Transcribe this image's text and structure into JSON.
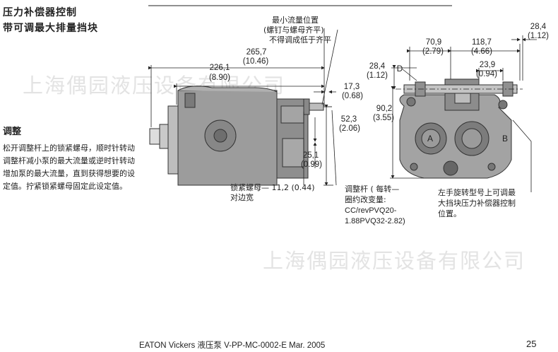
{
  "page": {
    "title_line1": "压力补偿器控制",
    "title_line2": "带可调最大排量挡块",
    "watermark": "上海偶园液压设备有限公司"
  },
  "section": {
    "heading": "调整",
    "body": "松开调整杆上的锁紧螺母，顺时针转动调整杆减小泵的最大流量或逆时针转动增加泵的最大流量，直到获得想要的设定值。拧紧锁紧螺母固定此设定值。"
  },
  "side_view": {
    "callout_top_line1": "最小流量位置",
    "callout_top_line2": "(螺钉与螺母齐平)",
    "callout_top_line3": "不得调成低于齐平",
    "dim_overall": "265,7",
    "dim_overall_in": "(10.46)",
    "dim_body": "226,1",
    "dim_body_in": "(8.90)",
    "dim_rod": "17,3",
    "dim_rod_in": "(0.68)",
    "dim_height": "52,3",
    "dim_height_in": "(2.06)",
    "dim_lower": "25,1",
    "dim_lower_in": "(0.99)",
    "locknut_label": "锁紧螺母— 11,2 (0.44)",
    "locknut_label2": "对边宽",
    "rod_label_line1": "调整杆 ( 每转—",
    "rod_label_line2": "圈约改变量:",
    "rod_label_line3": "CC/revPVQ20-",
    "rod_label_line4": "1.88PVQ32-2.82)"
  },
  "end_view": {
    "dim_70": "70,9",
    "dim_70_in": "(2.79)",
    "dim_118": "118,7",
    "dim_118_in": "(4.66)",
    "dim_28_top": "28,4",
    "dim_28_top_in": "(1.12)",
    "dim_23": "23,9",
    "dim_23_in": "(0.94)",
    "dim_28_left": "28,4",
    "dim_28_left_in": "(1.12)",
    "label_d": "D",
    "dim_90": "90,2",
    "dim_90_in": "(3.55)",
    "port_a": "A",
    "port_b": "B",
    "note_line1": "左手旋转型号上可调最",
    "note_line2": "大挡块压力补偿器控制",
    "note_line3": "位置。"
  },
  "footer": {
    "text": "EATON  Vickers  液压泵  V-PP-MC-0002-E  Mar. 2005",
    "page_number": "25"
  }
}
